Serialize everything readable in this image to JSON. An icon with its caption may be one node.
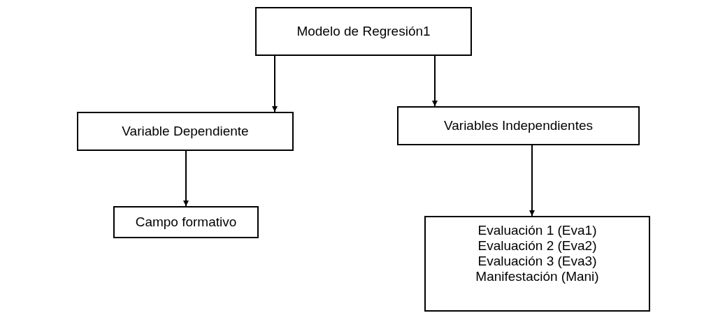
{
  "diagram": {
    "nodes": [
      {
        "text": [
          "Modelo de Regresión1"
        ]
      },
      {
        "text": [
          "Variable Dependiente"
        ]
      },
      {
        "text": [
          "Variables Independientes"
        ]
      },
      {
        "text": [
          "Campo formativo"
        ]
      },
      {
        "text": [
          "Evaluación 1 (Eva1)",
          "Evaluación 2 (Eva2)",
          "Evaluación 3 (Eva3)",
          "Manifestación (Mani)"
        ]
      }
    ],
    "edges": [
      {
        "from": 0,
        "to": 1,
        "arrow": "to"
      },
      {
        "from": 0,
        "to": 2,
        "arrow": "to"
      },
      {
        "from": 1,
        "to": 3,
        "arrow": "to"
      },
      {
        "from": 2,
        "to": 4,
        "arrow": "to"
      }
    ]
  }
}
